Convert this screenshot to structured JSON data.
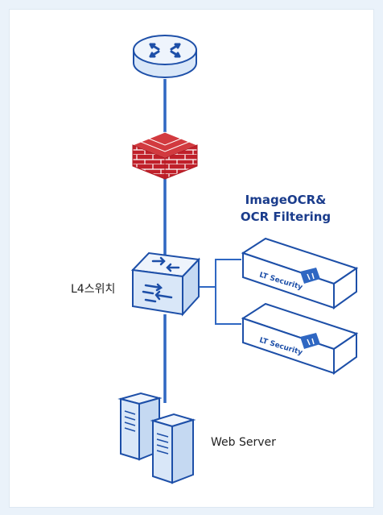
{
  "diagram": {
    "product_label_line1": "ImageOCR&",
    "product_label_line2": "OCR Filtering",
    "switch_label": "L4스위치",
    "server_label": "Web Server",
    "appliance_badge": "LT Security"
  },
  "colors": {
    "line": "#2f67c2",
    "outline": "#1d4fa8",
    "router_fill": "#d9e7f8",
    "firewall": "#c0202a",
    "appliance_fill": "#ffffff",
    "page_bg": "#eaf2fa"
  }
}
